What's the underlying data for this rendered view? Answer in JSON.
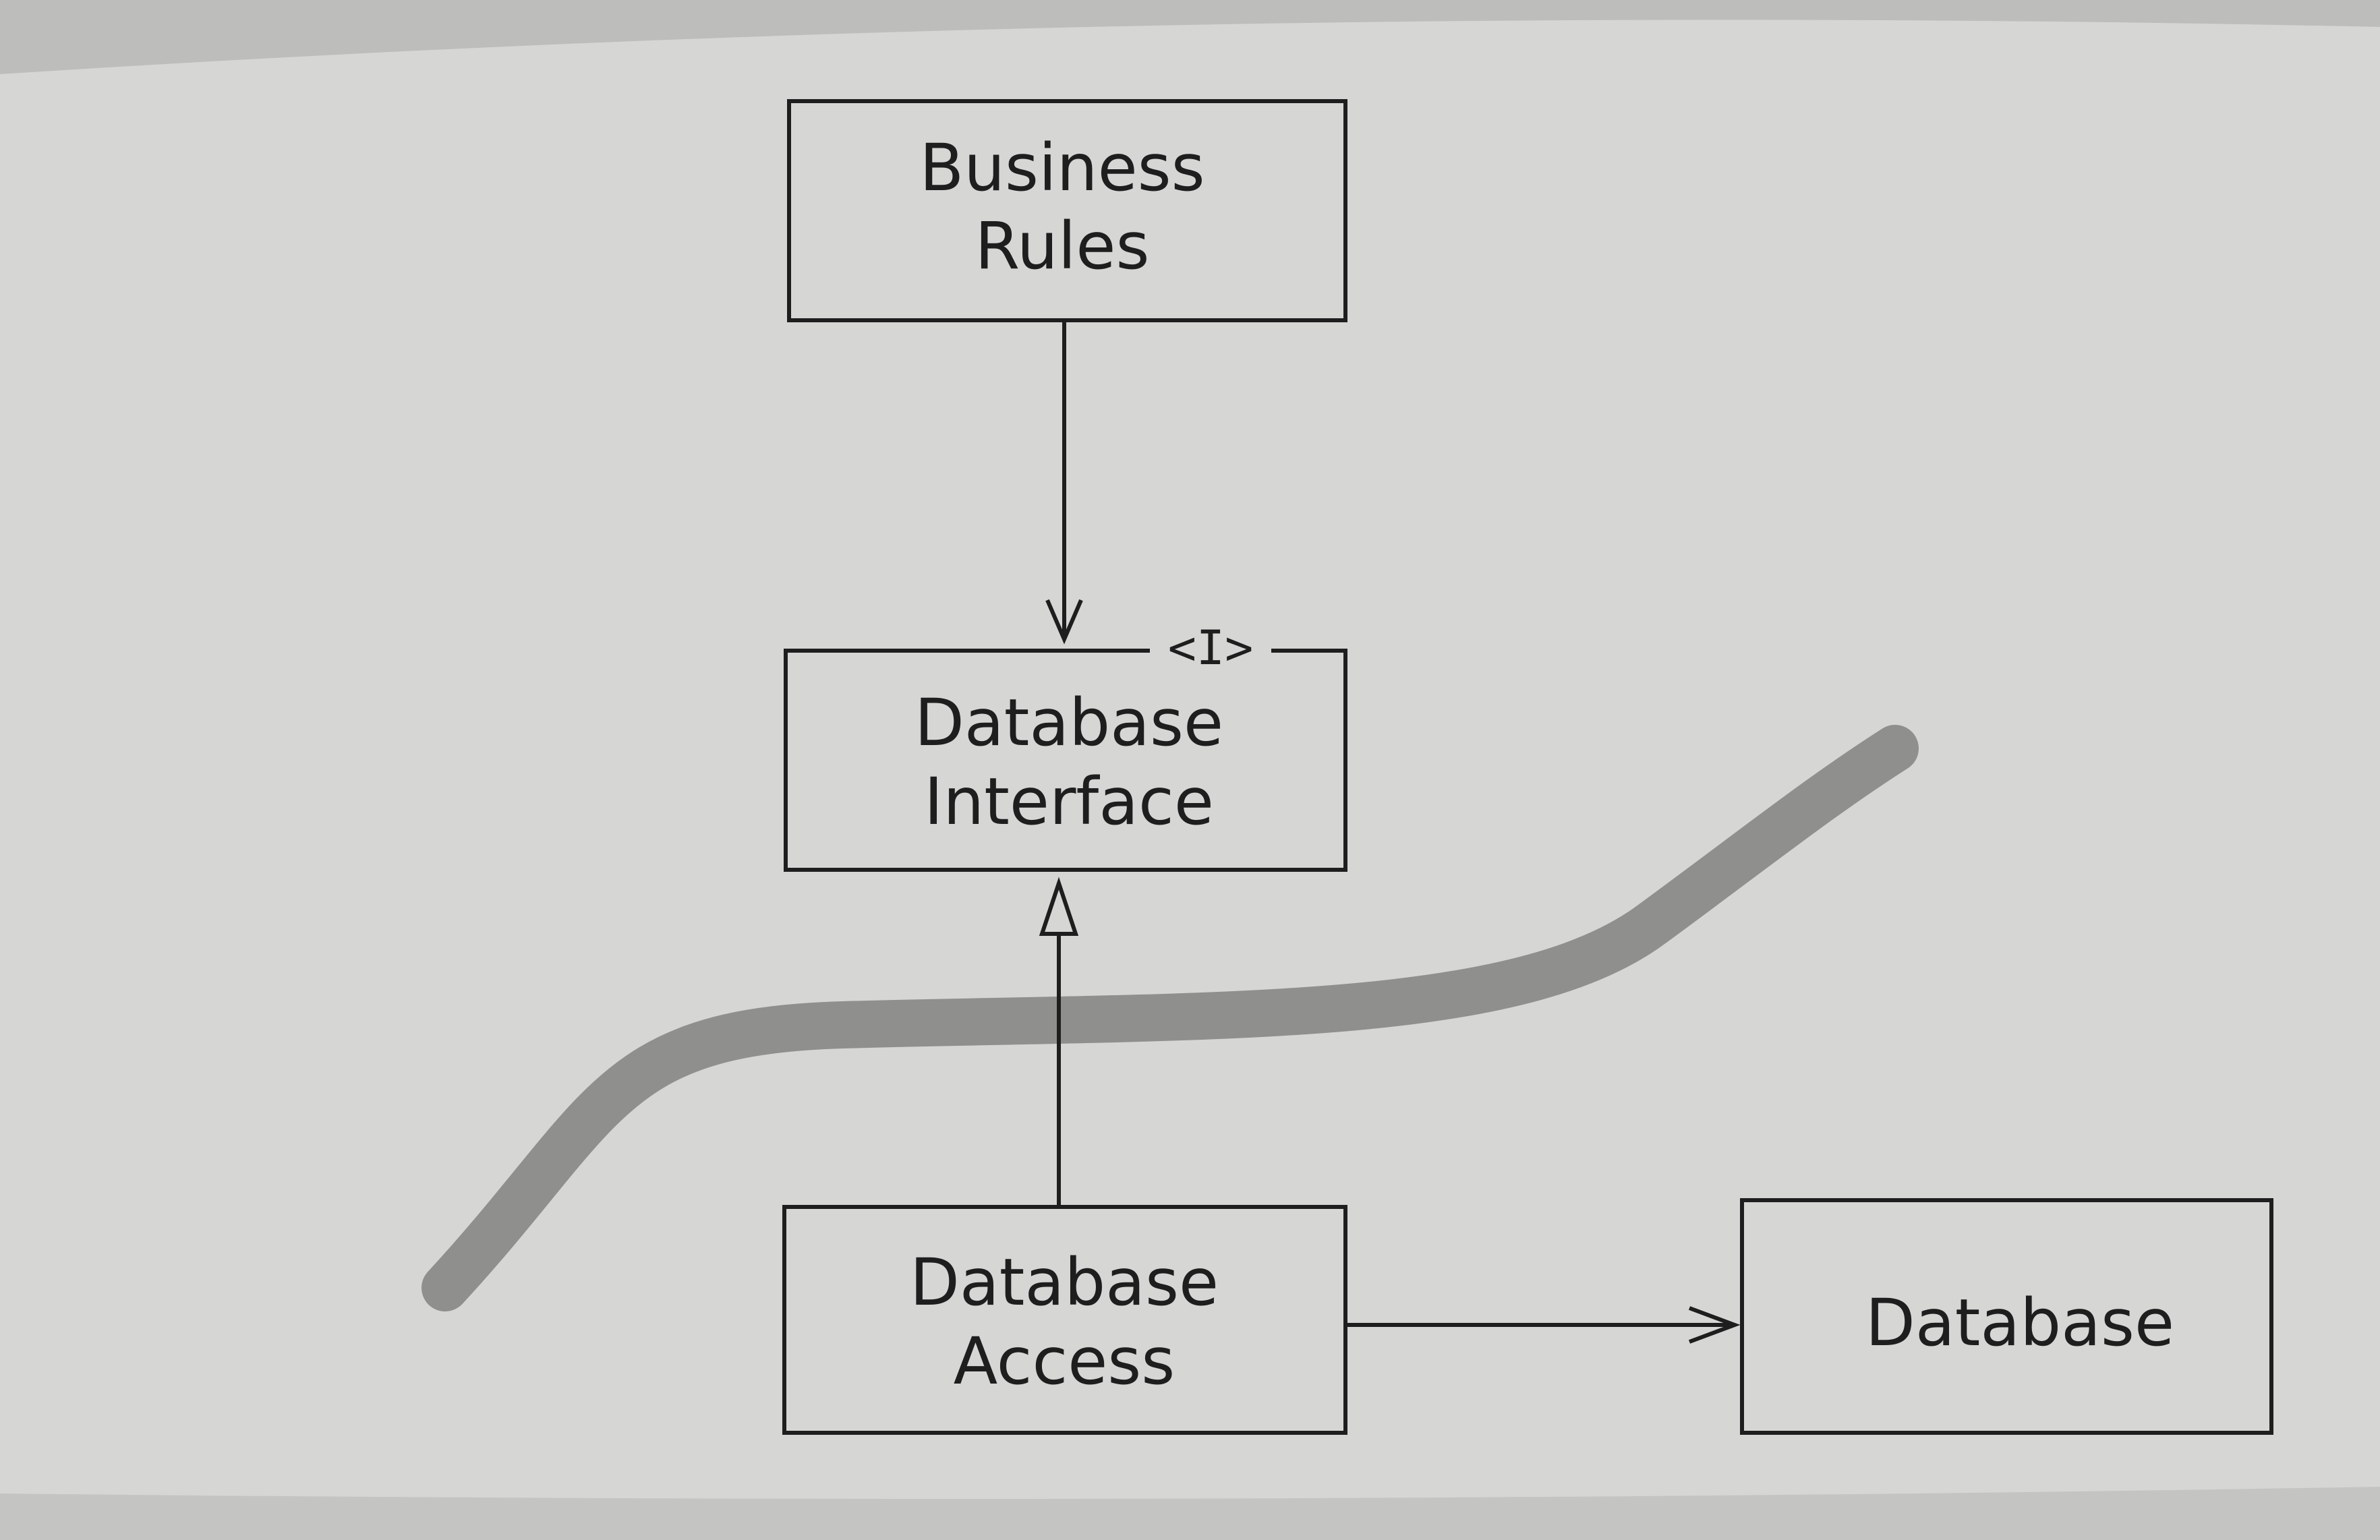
{
  "diagram": {
    "nodes": {
      "business_rules": {
        "lines": [
          "Business",
          "Rules"
        ]
      },
      "database_interface": {
        "lines": [
          "Database",
          "Interface"
        ],
        "stereotype": "<I>"
      },
      "database_access": {
        "lines": [
          "Database",
          "Access"
        ]
      },
      "database": {
        "lines": [
          "Database"
        ]
      }
    },
    "edges": [
      {
        "from": "business_rules",
        "to": "database_interface",
        "arrow": "open",
        "kind": "dependency"
      },
      {
        "from": "database_access",
        "to": "database_interface",
        "arrow": "hollow-triangle",
        "kind": "implements"
      },
      {
        "from": "database_access",
        "to": "database",
        "arrow": "open",
        "kind": "dependency"
      }
    ],
    "colors": {
      "background": "#d6d6d4",
      "box_stroke": "#1e1e1e",
      "boundary_line": "#8f8f8d"
    }
  }
}
